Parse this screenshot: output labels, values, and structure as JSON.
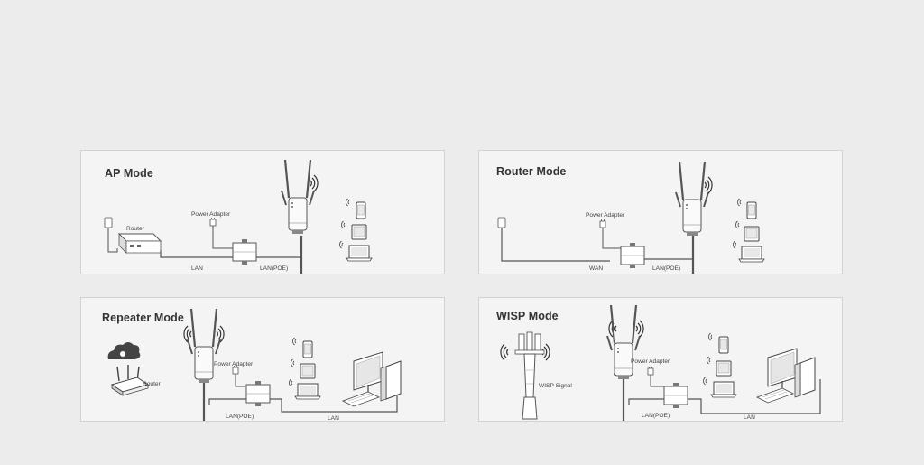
{
  "panels": {
    "ap": {
      "title": "AP Mode",
      "router_label": "Router",
      "power_label": "Power Adapter",
      "lan_label": "LAN",
      "lanpoe_label": "LAN(POE)"
    },
    "router": {
      "title": "Router Mode",
      "power_label": "Power Adapter",
      "wan_label": "WAN",
      "lanpoe_label": "LAN(POE)"
    },
    "repeater": {
      "title": "Repeater  Mode",
      "router_label": "Router",
      "power_label": "Power Adapter",
      "lanpoe_label": "LAN(POE)",
      "lan_label": "LAN"
    },
    "wisp": {
      "title": "WISP Mode",
      "signal_label": "WISP Signal",
      "power_label": "Power Adapter",
      "lanpoe_label": "LAN(POE)",
      "lan_label": "LAN"
    }
  },
  "colors": {
    "background": "#ececec",
    "panel": "#f4f4f4",
    "border": "#d2d2d2",
    "line": "#555555"
  }
}
